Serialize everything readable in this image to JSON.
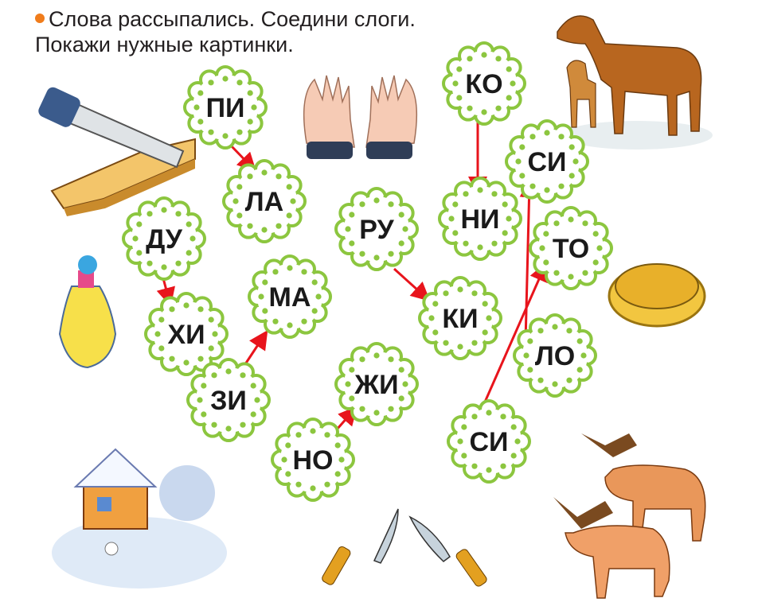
{
  "task": {
    "line1": "Слова рассыпались. Соедини слоги.",
    "line2": "Покажи нужные картинки."
  },
  "colors": {
    "flower": "#8cc63f",
    "arrow": "#e8141c",
    "bullet": "#f07c1b"
  },
  "syllables": [
    "ПИ",
    "ЛА",
    "ДУ",
    "ХИ",
    "МА",
    "ЗИ",
    "РУ",
    "КИ",
    "ЖИ",
    "НО",
    "КО",
    "НИ",
    "СИ",
    "ТО",
    "ЛО",
    "СИ"
  ],
  "links": [
    [
      0,
      1
    ],
    [
      2,
      3
    ],
    [
      5,
      4
    ],
    [
      6,
      7
    ],
    [
      9,
      8
    ],
    [
      10,
      11
    ],
    [
      14,
      12
    ],
    [
      15,
      13
    ]
  ],
  "pictures": [
    "saw-and-plank",
    "hands",
    "horses",
    "perfume-bottle",
    "sieve",
    "winter-house",
    "knives",
    "moose"
  ]
}
